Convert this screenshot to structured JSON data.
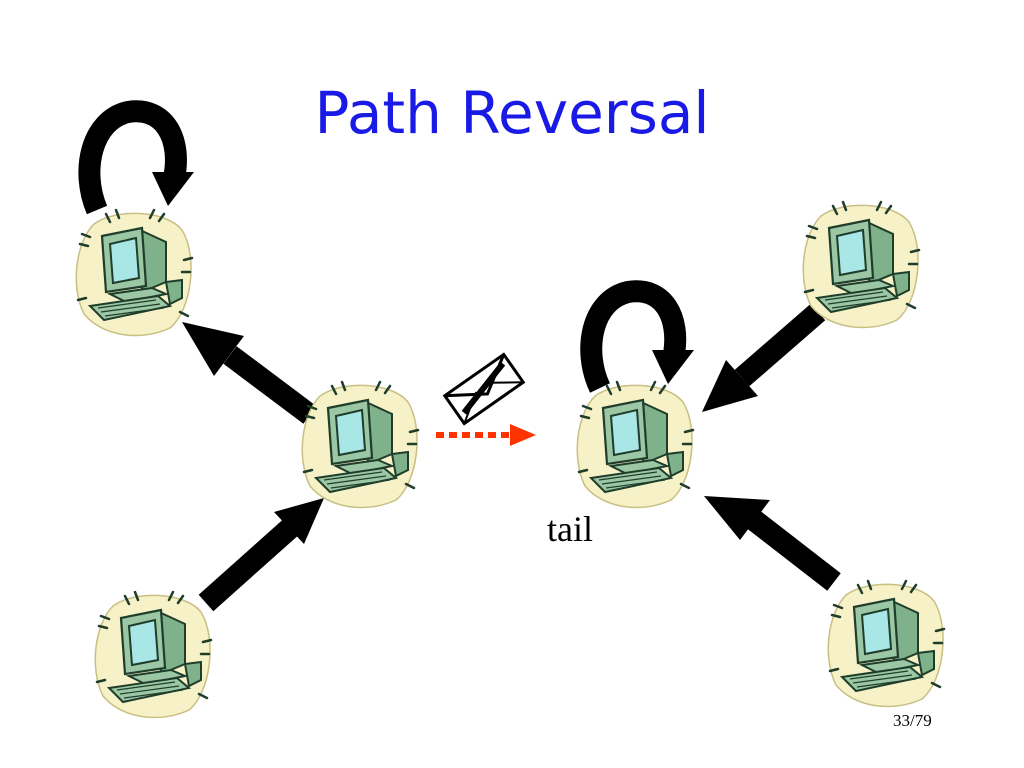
{
  "slide": {
    "title": "Path Reversal",
    "tail_label": "tail",
    "page_number": "33/79"
  },
  "colors": {
    "title": "#1a1ae6",
    "arrow": "#000000",
    "message_arrow": "#ff3300",
    "halo": "#f6f1c6",
    "screen": "#a9e6e6",
    "computer_body": "#9cc7a4",
    "outline": "#1f3d2b"
  },
  "diagram": {
    "nodes": [
      {
        "name": "computer-top-left",
        "icon": "computer-icon"
      },
      {
        "name": "computer-center-left",
        "icon": "computer-icon"
      },
      {
        "name": "computer-bottom-left",
        "icon": "computer-icon"
      },
      {
        "name": "computer-tail",
        "icon": "computer-icon"
      },
      {
        "name": "computer-top-right",
        "icon": "computer-icon"
      },
      {
        "name": "computer-bottom-right",
        "icon": "computer-icon"
      }
    ],
    "message_icon": "envelope-icon",
    "self_loop_icon": "self-loop-arrow-icon"
  }
}
